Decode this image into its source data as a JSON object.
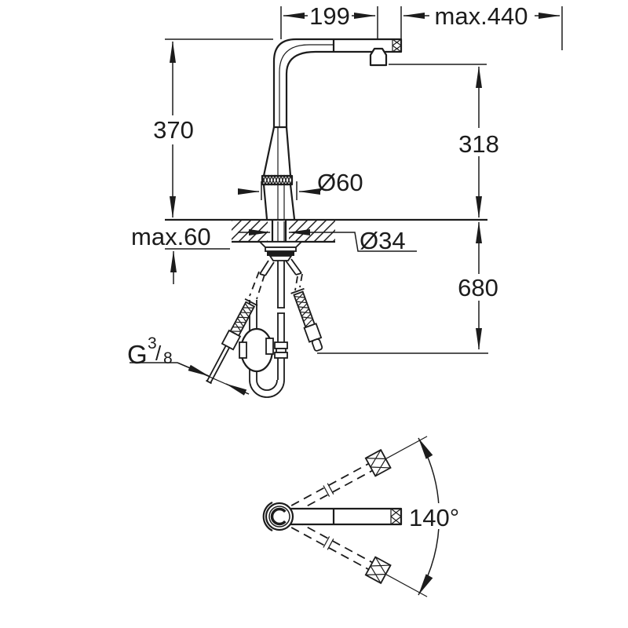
{
  "colors": {
    "background": "#ffffff",
    "ink": "#1c1c1c"
  },
  "front_view": {
    "dim_spout_reach": "199",
    "dim_max_pullout": "max.440",
    "dim_height_above_deck": "370",
    "dim_outlet_height": "318",
    "dim_body_diameter": "Ø60",
    "dim_max_deck_thickness": "max.60",
    "dim_hole_diameter": "Ø34",
    "dim_hose_length": "680",
    "thread_label": {
      "prefix": "G",
      "numerator": "3",
      "slash": "/",
      "denominator": "8"
    }
  },
  "top_view": {
    "dim_swivel_angle": "140°"
  }
}
